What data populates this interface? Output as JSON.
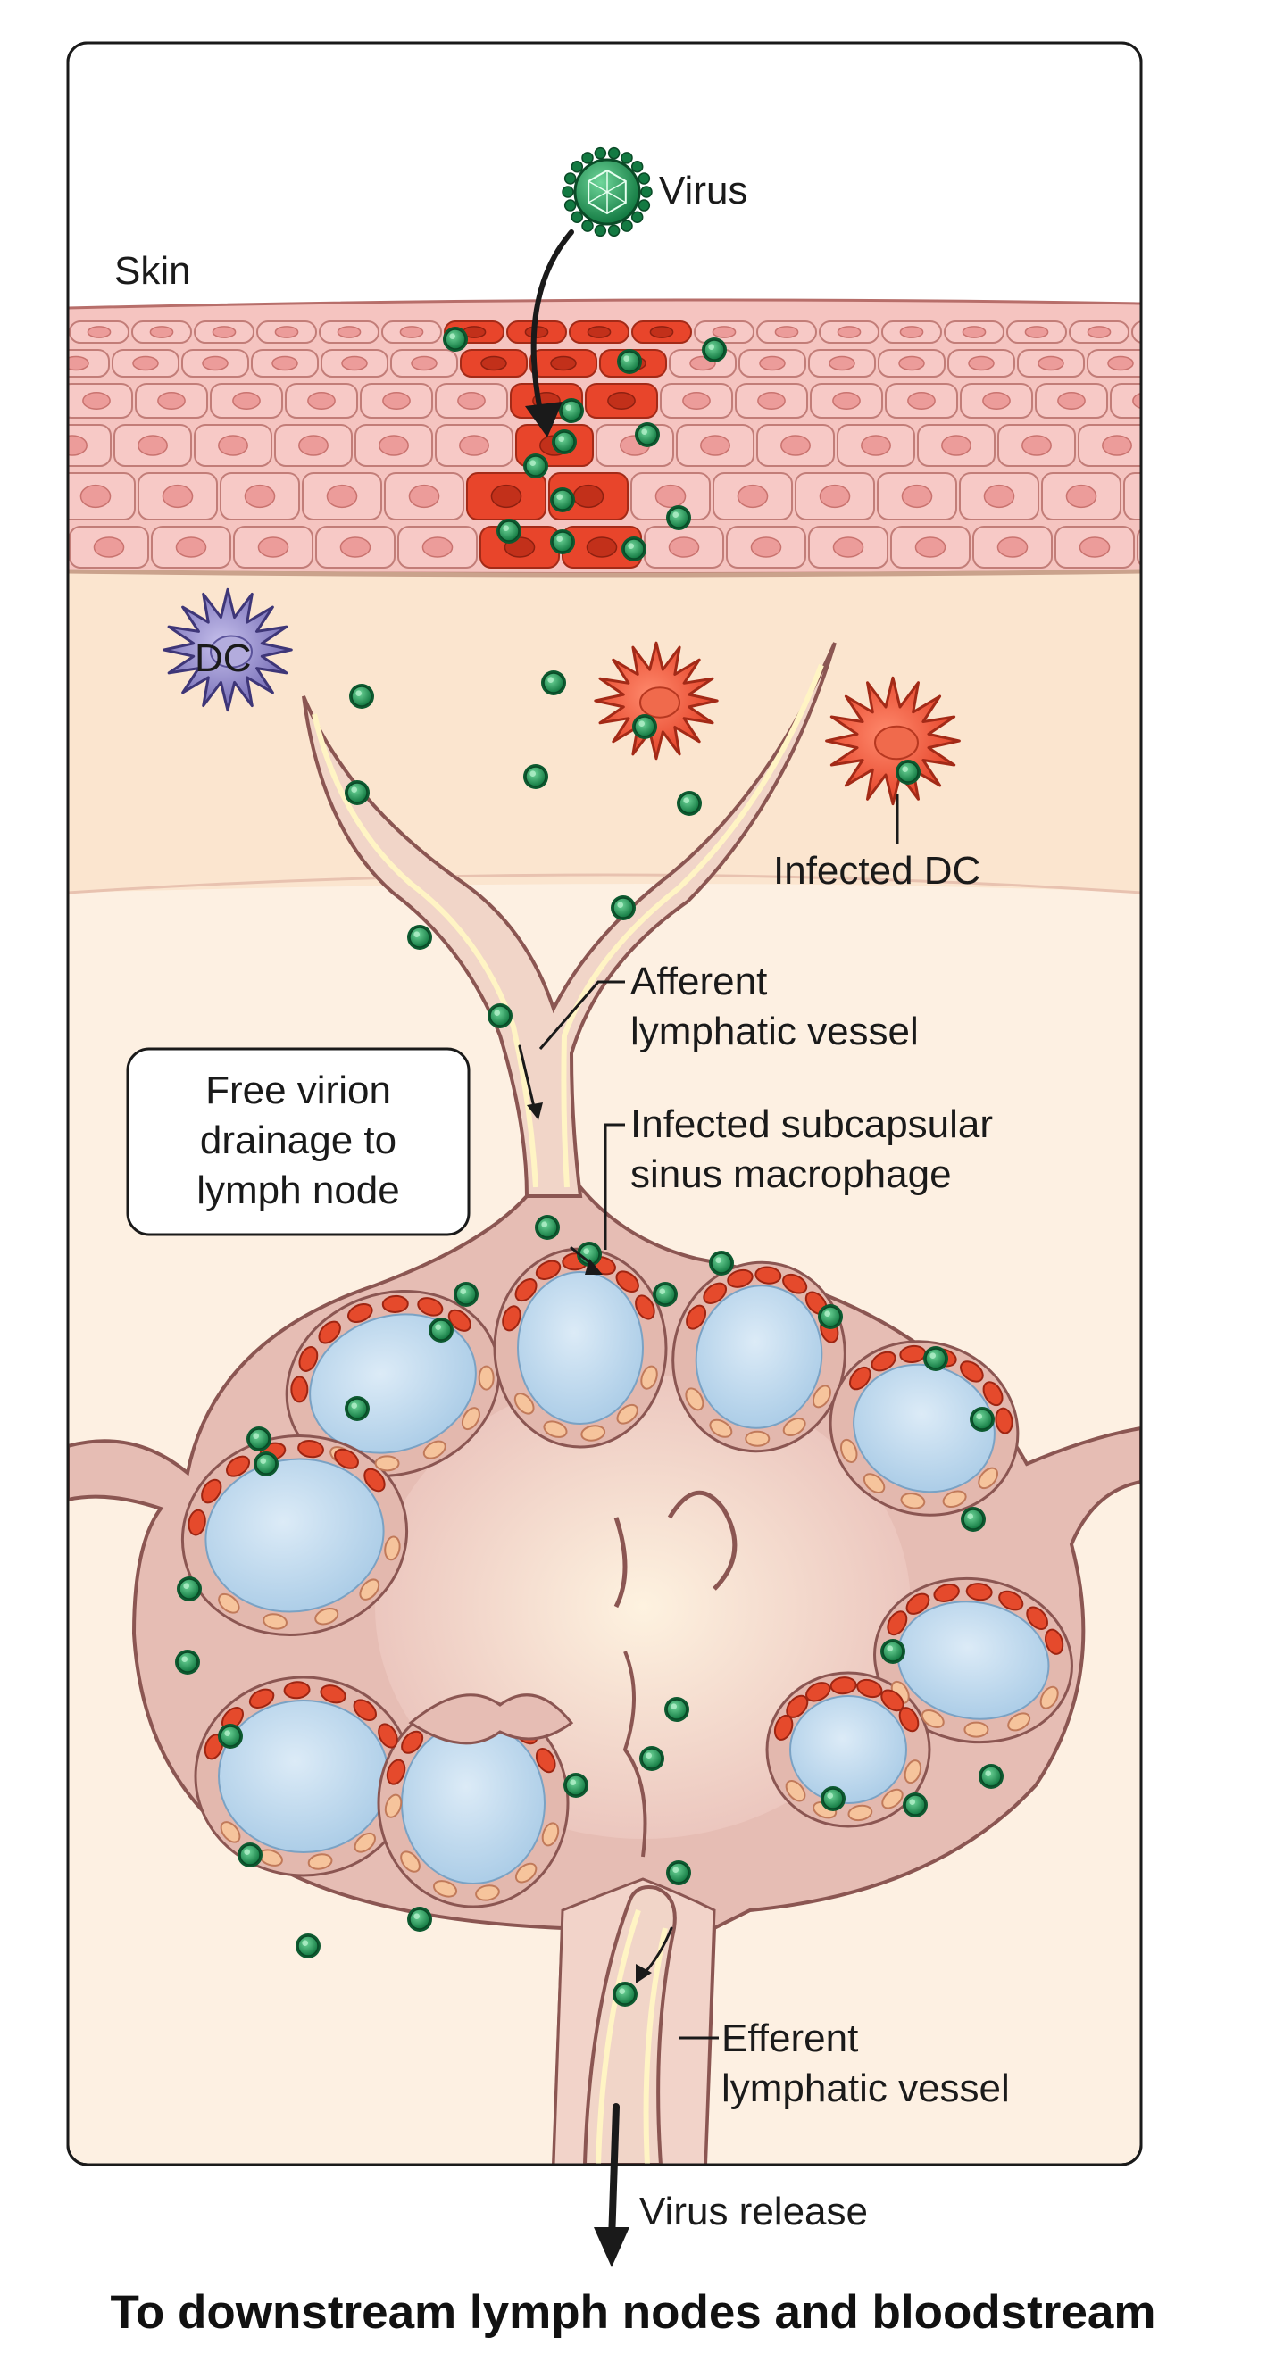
{
  "labels": {
    "virus": "Virus",
    "skin": "Skin",
    "dc": "DC",
    "infected_dc": "Infected DC",
    "afferent_line1": "Afferent",
    "afferent_line2": "lymphatic vessel",
    "drainage_line1": "Free virion",
    "drainage_line2": "drainage to",
    "drainage_line3": "lymph node",
    "sinus_line1": "Infected subcapsular",
    "sinus_line2": "sinus macrophage",
    "efferent_line1": "Efferent",
    "efferent_line2": "lymphatic vessel",
    "virus_release": "Virus release",
    "caption": "To downstream lymph nodes and bloodstream"
  },
  "colors": {
    "virion": "#1f9a55",
    "virion_dark": "#0d5a30",
    "skin_cell": "#f7c9c6",
    "infected_cell": "#e8452b",
    "dermis": "#fcebd9",
    "node_tissue": "#ecc9c2",
    "follicle": "#bcd8ee",
    "dc_uninfected": "#8f86c9",
    "vessel_wall": "#fff4c4"
  },
  "icons": {
    "virus": "virus-icon",
    "dendritic_cell": "dendritic-cell-icon",
    "infected_dendritic_cell": "infected-dendritic-cell-icon",
    "lymph_node": "lymph-node-icon"
  }
}
